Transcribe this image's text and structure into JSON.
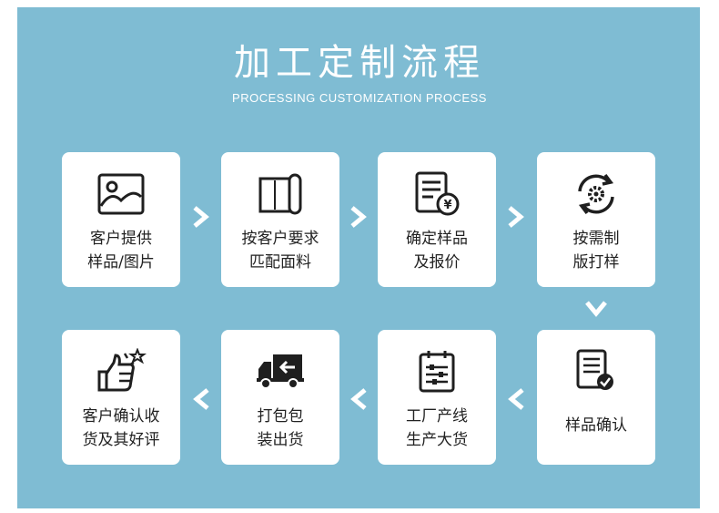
{
  "header": {
    "title": "加工定制流程",
    "subtitle": "PROCESSING CUSTOMIZATION PROCESS"
  },
  "steps": [
    {
      "icon": "picture-icon",
      "line1": "客户提供",
      "line2": "样品/图片"
    },
    {
      "icon": "fabric-roll-icon",
      "line1": "按客户要求",
      "line2": "匹配面料"
    },
    {
      "icon": "quote-document-icon",
      "line1": "确定样品",
      "line2": "及报价"
    },
    {
      "icon": "gear-cycle-icon",
      "line1": "按需制",
      "line2": "版打样"
    },
    {
      "icon": "sample-check-icon",
      "line1": "样品确认",
      "line2": ""
    },
    {
      "icon": "factory-schedule-icon",
      "line1": "工厂产线",
      "line2": "生产大货"
    },
    {
      "icon": "delivery-truck-icon",
      "line1": "打包包",
      "line2": "装出货"
    },
    {
      "icon": "thumbs-up-icon",
      "line1": "客户确认收",
      "line2": "货及其好评"
    }
  ],
  "colors": {
    "background": "#7fbcd3",
    "card": "#ffffff",
    "text": "#222222",
    "icon": "#1f1f1f"
  }
}
